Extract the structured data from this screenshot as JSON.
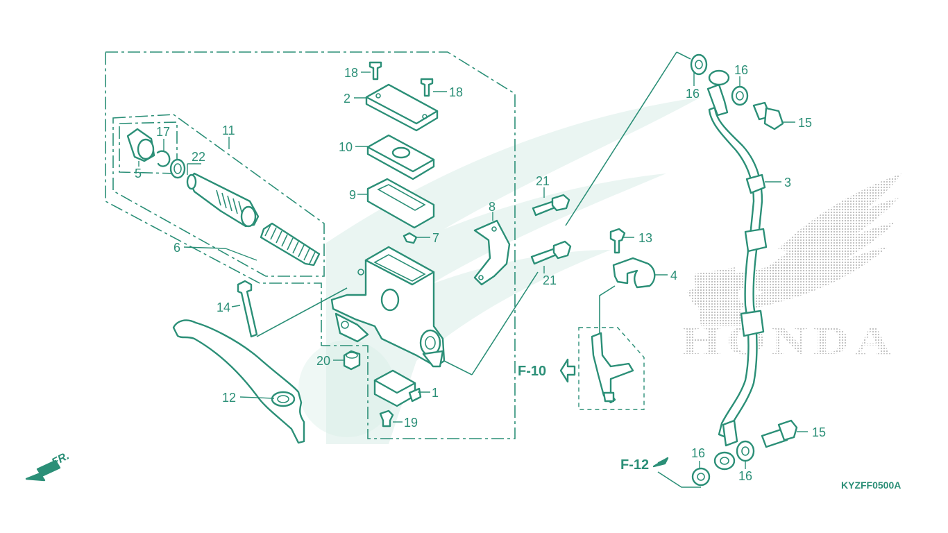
{
  "diagram_code": "KYZFF0500A",
  "direction_mark": "FR.",
  "refs": {
    "f10": "F-10",
    "f12": "F-12"
  },
  "logo": {
    "brand": "HONDA",
    "color": "#cfcfcf"
  },
  "accent_color": "#2b8f77",
  "labels": {
    "p1": "1",
    "p2": "2",
    "p3": "3",
    "p4": "4",
    "p5": "5",
    "p6": "6",
    "p7": "7",
    "p8": "8",
    "p9": "9",
    "p10": "10",
    "p11": "11",
    "p12": "12",
    "p13": "13",
    "p14": "14",
    "p15a": "15",
    "p15b": "15",
    "p16a": "16",
    "p16b": "16",
    "p16c": "16",
    "p16d": "16",
    "p17": "17",
    "p18a": "18",
    "p18b": "18",
    "p19": "19",
    "p20": "20",
    "p21a": "21",
    "p21b": "21",
    "p22": "22"
  }
}
